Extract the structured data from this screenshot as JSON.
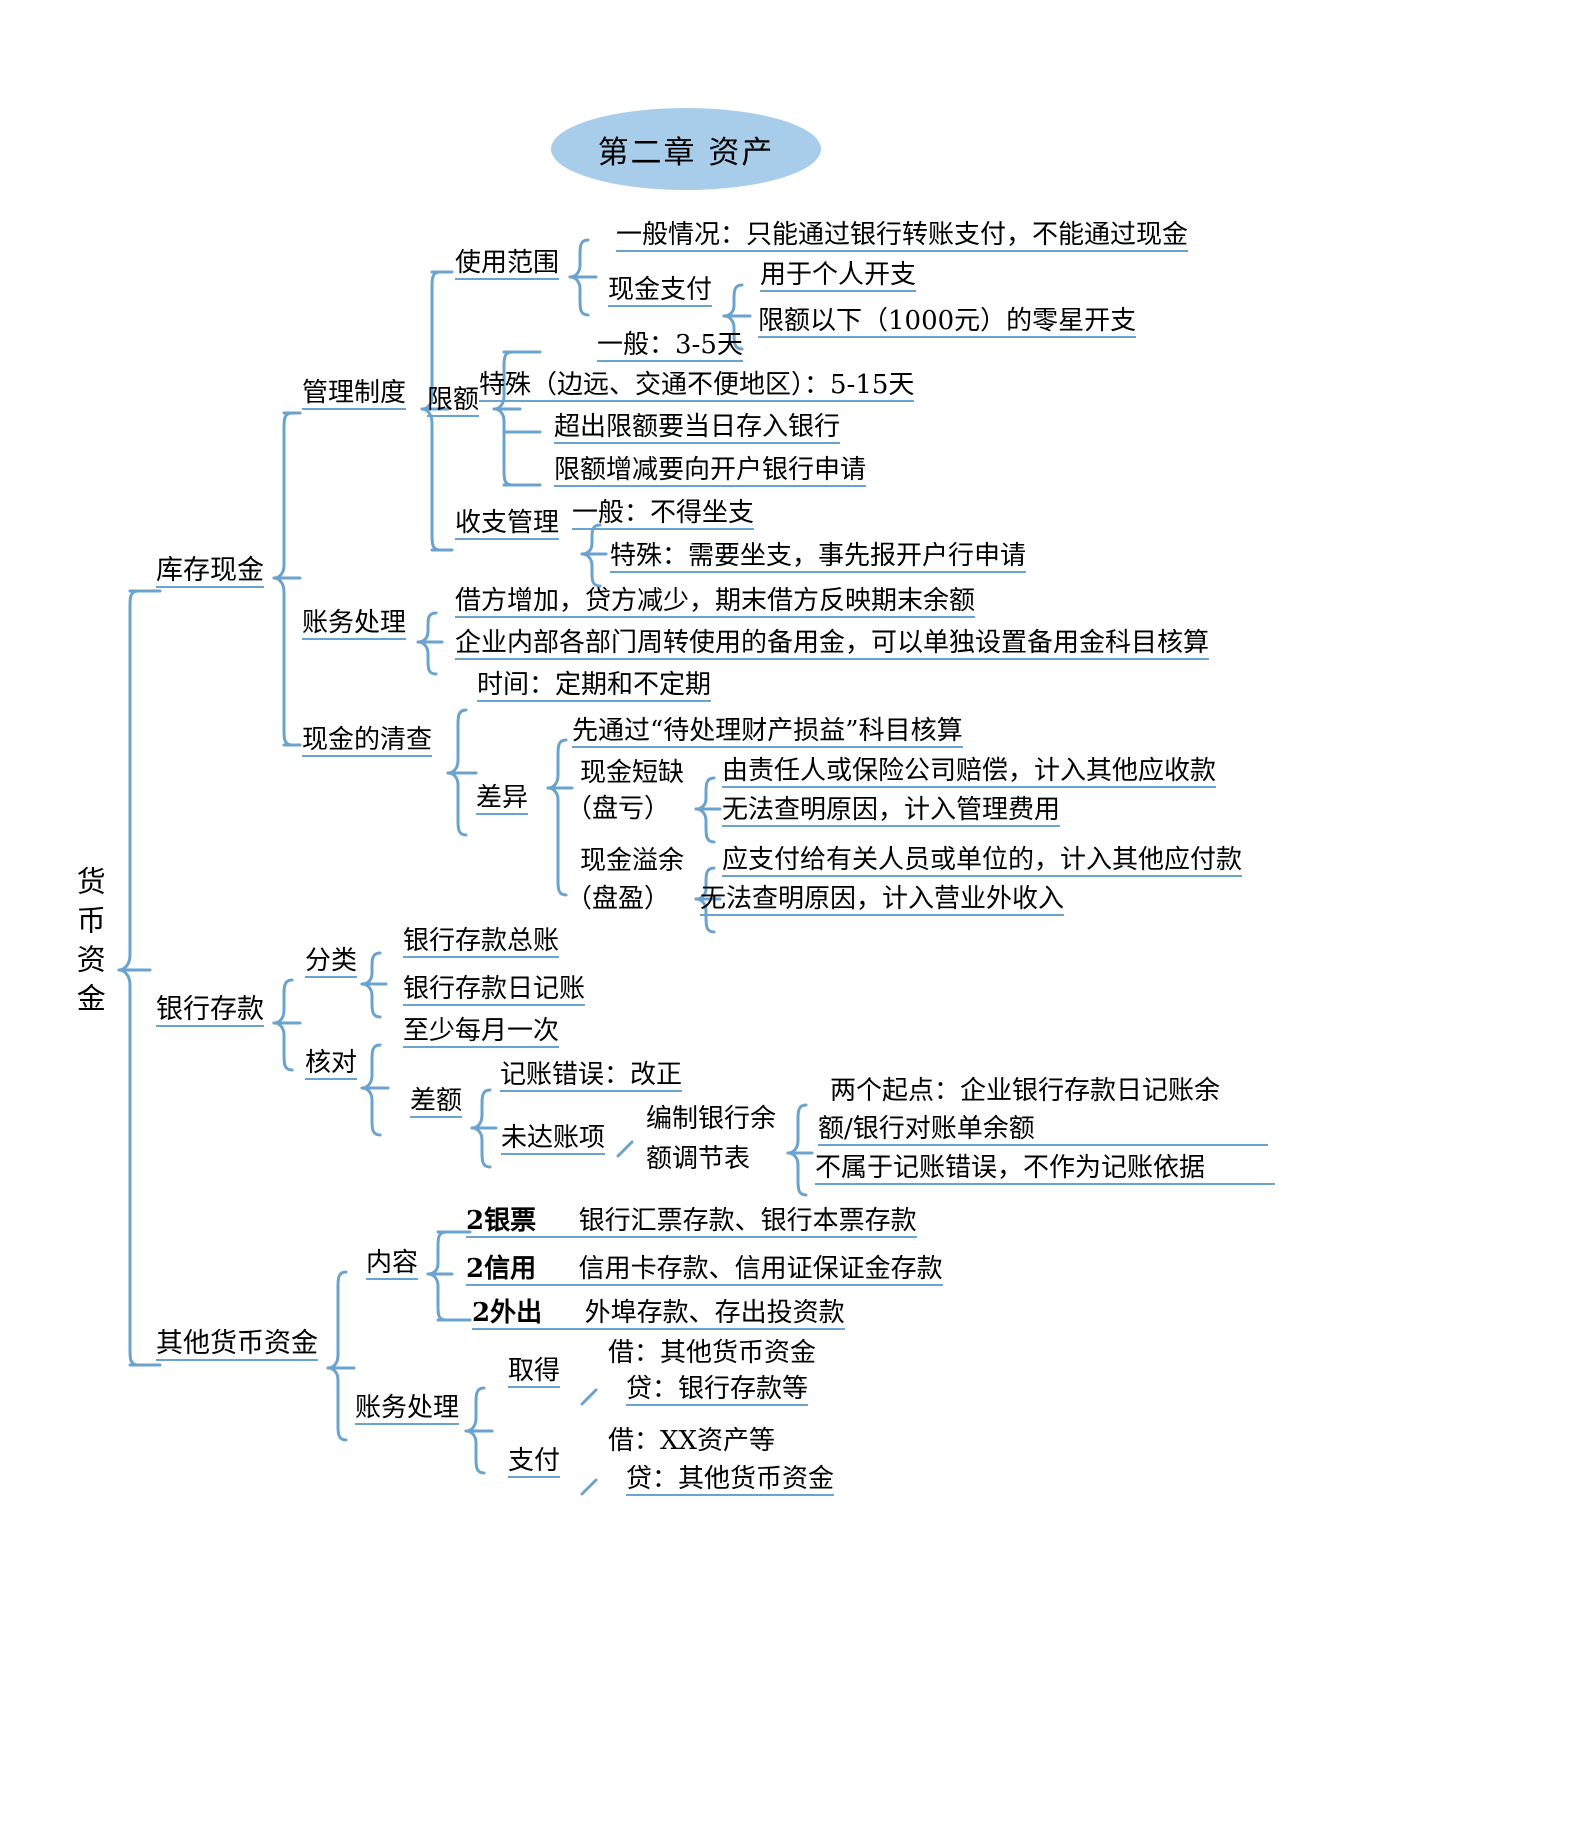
{
  "title": {
    "text": "第二章 资产",
    "fill": "#a8cdea"
  },
  "theme": {
    "line_color": "#6ba3cf",
    "text_color": "#000000",
    "background": "#ffffff"
  },
  "root": {
    "label": "货币资金"
  },
  "branches": [
    {
      "id": "cash-on-hand",
      "label": "库存现金",
      "children": [
        {
          "id": "management-system",
          "label": "管理制度",
          "children": [
            {
              "id": "scope-of-use",
              "label": "使用范围",
              "children": [
                {
                  "id": "general-case",
                  "label": "一般情况：只能通过银行转账支付，不能通过现金"
                },
                {
                  "id": "cash-payment",
                  "label": "现金支付",
                  "children": [
                    {
                      "id": "personal-expense",
                      "label": "用于个人开支"
                    },
                    {
                      "id": "below-limit",
                      "label": "限额以下（1000元）的零星开支"
                    }
                  ]
                }
              ]
            },
            {
              "id": "limit",
              "label": "限额",
              "children": [
                {
                  "id": "limit-general",
                  "label": "一般：3-5天"
                },
                {
                  "id": "limit-special",
                  "label": "特殊（边远、交通不便地区）：5-15天"
                },
                {
                  "id": "limit-overflow",
                  "label": "超出限额要当日存入银行"
                },
                {
                  "id": "limit-change",
                  "label": "限额增减要向开户银行申请"
                }
              ]
            },
            {
              "id": "receipt-payment-management",
              "label": "收支管理",
              "children": [
                {
                  "id": "rp-general",
                  "label": "一般：不得坐支"
                },
                {
                  "id": "rp-special",
                  "label": "特殊：需要坐支，事先报开户行申请"
                }
              ]
            }
          ]
        },
        {
          "id": "accounting-treatment-cash",
          "label": "账务处理",
          "children": [
            {
              "id": "at-1",
              "label": "借方增加，贷方减少，期末借方反映期末余额"
            },
            {
              "id": "at-2",
              "label": "企业内部各部门周转使用的备用金，可以单独设置备用金科目核算"
            }
          ]
        },
        {
          "id": "cash-count",
          "label": "现金的清查",
          "children": [
            {
              "id": "cc-time",
              "label": "时间：定期和不定期"
            },
            {
              "id": "cc-difference",
              "label": "差异",
              "children": [
                {
                  "id": "cc-first",
                  "label": "先通过“待处理财产损益”科目核算"
                },
                {
                  "id": "cash-shortage",
                  "label": "现金短缺",
                  "label2": "（盘亏）",
                  "children": [
                    {
                      "id": "cs-1",
                      "label": "由责任人或保险公司赔偿，计入其他应收款"
                    },
                    {
                      "id": "cs-2",
                      "label": "无法查明原因，计入管理费用"
                    }
                  ]
                },
                {
                  "id": "cash-overage",
                  "label": "现金溢余",
                  "label2": "（盘盈）",
                  "children": [
                    {
                      "id": "co-1",
                      "label": "应支付给有关人员或单位的，计入其他应付款"
                    },
                    {
                      "id": "co-2",
                      "label": "无法查明原因，计入营业外收入"
                    }
                  ]
                }
              ]
            }
          ]
        }
      ]
    },
    {
      "id": "bank-deposit",
      "label": "银行存款",
      "children": [
        {
          "id": "classification",
          "label": "分类",
          "children": [
            {
              "id": "cl-1",
              "label": "银行存款总账"
            },
            {
              "id": "cl-2",
              "label": "银行存款日记账"
            }
          ]
        },
        {
          "id": "reconciliation",
          "label": "核对",
          "children": [
            {
              "id": "rc-1",
              "label": "至少每月一次"
            },
            {
              "id": "balance-difference",
              "label": "差额",
              "children": [
                {
                  "id": "bd-1",
                  "label": "记账错误：改正"
                },
                {
                  "id": "outstanding-items",
                  "label": "未达账项",
                  "children": [
                    {
                      "id": "bank-rec-statement",
                      "label_line1": "编制银行余",
                      "label_line2": "额调节表",
                      "children": [
                        {
                          "id": "brs-1a",
                          "label": "两个起点：企业银行存款日记账余"
                        },
                        {
                          "id": "brs-1b",
                          "label": "额/银行对账单余额"
                        },
                        {
                          "id": "brs-2",
                          "label": "不属于记账错误，不作为记账依据"
                        }
                      ]
                    }
                  ]
                }
              ]
            }
          ]
        }
      ]
    },
    {
      "id": "other-monetary-funds",
      "label": "其他货币资金",
      "children": [
        {
          "id": "content",
          "label": "内容",
          "children": [
            {
              "id": "ct-1",
              "key": "2银票",
              "label": "银行汇票存款、银行本票存款"
            },
            {
              "id": "ct-2",
              "key": "2信用",
              "label": "信用卡存款、信用证保证金存款"
            },
            {
              "id": "ct-3",
              "key": "2外出",
              "label": "外埠存款、存出投资款"
            }
          ]
        },
        {
          "id": "accounting-treatment-omf",
          "label": "账务处理",
          "children": [
            {
              "id": "acquire",
              "label": "取得",
              "children": [
                {
                  "id": "aq-1",
                  "label": "借：其他货币资金"
                },
                {
                  "id": "aq-2",
                  "label": "贷：银行存款等"
                }
              ]
            },
            {
              "id": "pay",
              "label": "支付",
              "children": [
                {
                  "id": "py-1",
                  "label": "借：XX资产等"
                },
                {
                  "id": "py-2",
                  "label": "贷：其他货币资金"
                }
              ]
            }
          ]
        }
      ]
    }
  ]
}
